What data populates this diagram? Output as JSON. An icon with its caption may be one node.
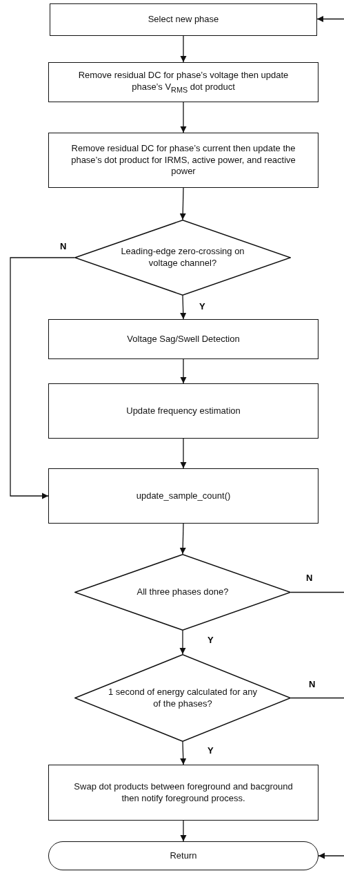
{
  "diagram": {
    "nodes": [
      {
        "text": [
          "Select new phase"
        ]
      },
      {
        "text": [
          "Remove residual DC for phase’s voltage then update phase’s V$_{RMS}$ dot product"
        ]
      },
      {
        "text": [
          "Remove residual DC for phase’s current  then update the phase’s dot product for  IRMS, active power, and reactive power"
        ]
      },
      {
        "text": [
          "Leading-edge  zero-crossing on voltage channel?"
        ]
      },
      {
        "text": [
          "Voltage Sag/Swell Detection"
        ]
      },
      {
        "text": [
          "Update frequency estimation"
        ]
      },
      {
        "text": [
          "update_sample_count()"
        ]
      },
      {
        "text": [
          "All three phases done?"
        ]
      },
      {
        "text": [
          "1 second of energy calculated for any of the phases?"
        ]
      },
      {
        "text": [
          "Swap dot products between foreground and bacground then notify foreground process."
        ]
      },
      {
        "text": [
          "Return"
        ]
      }
    ],
    "edges": [
      {
        "from": 0,
        "to": 1,
        "arrow": "to"
      },
      {
        "from": 1,
        "to": 2,
        "arrow": "to"
      },
      {
        "from": 2,
        "to": 3,
        "arrow": "to"
      },
      {
        "from": 3,
        "to": 4,
        "arrow": "to",
        "label": "Y"
      },
      {
        "from": 4,
        "to": 5,
        "arrow": "to"
      },
      {
        "from": 5,
        "to": 6,
        "arrow": "to"
      },
      {
        "from": 3,
        "to": 6,
        "arrow": "to",
        "label": "N"
      },
      {
        "from": 6,
        "to": 7,
        "arrow": "to"
      },
      {
        "from": 7,
        "to": 8,
        "arrow": "to",
        "label": "Y"
      },
      {
        "from": 8,
        "to": 9,
        "arrow": "to",
        "label": "Y"
      },
      {
        "from": 9,
        "to": 10,
        "arrow": "to"
      },
      {
        "from": 7,
        "to": null,
        "arrow": "none",
        "label": "N"
      },
      {
        "from": 8,
        "to": null,
        "arrow": "none",
        "label": "N"
      },
      {
        "from": null,
        "to": 0,
        "arrow": "to"
      },
      {
        "from": null,
        "to": 10,
        "arrow": "to"
      }
    ]
  }
}
